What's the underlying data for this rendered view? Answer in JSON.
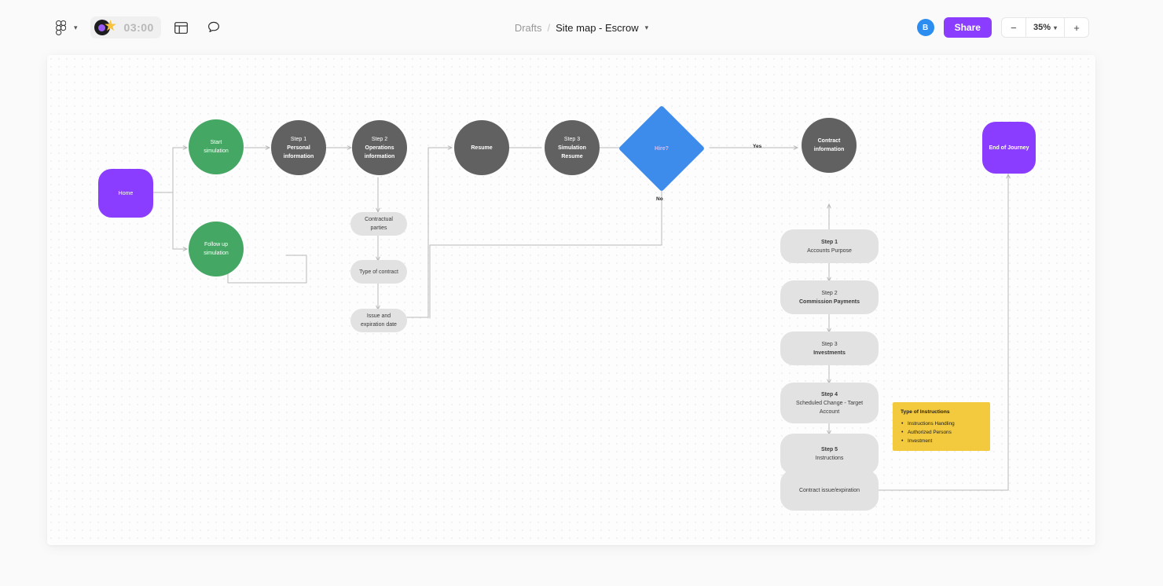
{
  "toolbar": {
    "figma_icon": "figma-logo-icon",
    "menu_chevron": "chevron-down-icon",
    "timer": {
      "label": "03:00",
      "disc_icon": "record-disc-icon",
      "star_icon": "star-icon"
    },
    "layout_icon": "layout-grid-icon",
    "comment_icon": "comment-bubble-icon",
    "breadcrumb": {
      "parent": "Drafts",
      "separator": "/",
      "title": "Site map - Escrow",
      "chevron": "chevron-down-icon"
    },
    "avatar_initial": "B",
    "share_label": "Share",
    "zoom": {
      "minus": "−",
      "value": "35%",
      "chevron": "chevron-down-icon",
      "plus": "+"
    }
  },
  "colors": {
    "purple": "#8b3dff",
    "green": "#45a764",
    "dark": "#616161",
    "blue": "#3d8ceb",
    "grey": "#e2e2e2",
    "yellow": "#f3ca3e",
    "avatar_blue": "#2c8df0",
    "connector": "#b9b9b9"
  },
  "diagram": {
    "nodes": {
      "home": {
        "label": "Home"
      },
      "start_simulation": {
        "line1": "Start",
        "line2": "simulation"
      },
      "follow_up_simulation": {
        "line1": "Follow up",
        "line2": "simulation"
      },
      "step1_personal": {
        "line1": "Step 1",
        "line2": "Personal",
        "line3": "information"
      },
      "step2_operations": {
        "line1": "Step 2",
        "line2": "Operations",
        "line3": "information"
      },
      "contractual_parties": {
        "line1": "Contractual",
        "line2": "parties"
      },
      "type_of_contract": {
        "label": "Type of contract"
      },
      "issue_expiration": {
        "line1": "Issue and",
        "line2": "expiration date"
      },
      "resume": {
        "label": "Resume"
      },
      "step3_simulation": {
        "line1": "Step 3",
        "line2": "Simulation",
        "line3": "Resume"
      },
      "decision_hire": {
        "label": "Hire?"
      },
      "contract_information": {
        "line1": "Contract",
        "line2": "information"
      },
      "step1_accounts": {
        "line1": "Step 1",
        "line2": "Accounts Purpose"
      },
      "step2_commission": {
        "line1": "Step 2",
        "line2": "Commission Payments"
      },
      "step3_investments": {
        "line1": "Step 3",
        "line2": "Investments"
      },
      "step4_scheduled": {
        "line1": "Step 4",
        "line2": "Scheduled Change - Target",
        "line3": "Account"
      },
      "step5_instructions": {
        "line1": "Step 5",
        "line2": "Instructions"
      },
      "contract_issue_expiration": {
        "label": "Contract issue/expiration"
      },
      "end_of_journey": {
        "label": "End of Journey"
      }
    },
    "sticky_note": {
      "title": "Type of Instructions",
      "items": [
        "Instructions Handling",
        "Authorized Persons",
        "Investment"
      ]
    },
    "edge_labels": {
      "yes": "Yes",
      "no": "No"
    }
  }
}
